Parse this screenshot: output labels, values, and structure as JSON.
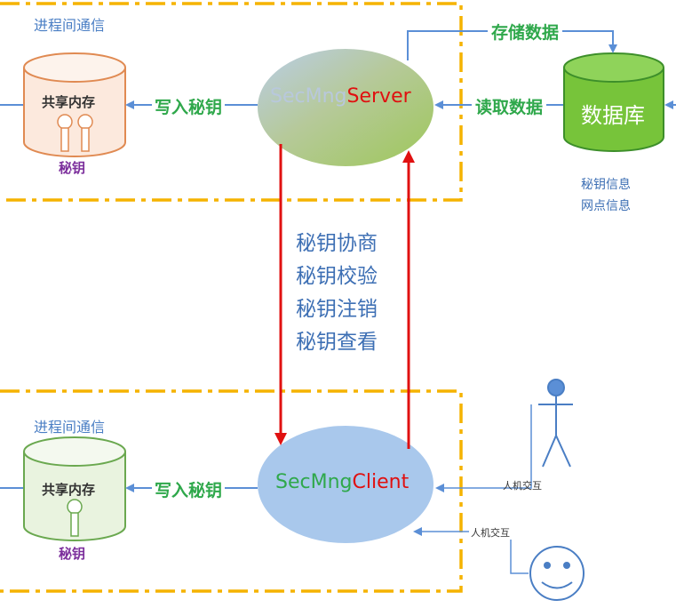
{
  "server_box": {
    "ipc_label": "进程间通信",
    "shm_label": "共享内存",
    "key_label": "秘钥",
    "write_label": "写入秘钥"
  },
  "server": {
    "name_part1": "SecMng",
    "name_part2": "Server"
  },
  "database": {
    "label": "数据库",
    "store_label": "存储数据",
    "read_label": "读取数据",
    "info_line1": "秘钥信息",
    "info_line2": "网点信息"
  },
  "operations": [
    "秘钥协商",
    "秘钥校验",
    "秘钥注销",
    "秘钥查看"
  ],
  "client_box": {
    "ipc_label": "进程间通信",
    "shm_label": "共享内存",
    "key_label": "秘钥",
    "write_label": "写入秘钥"
  },
  "client": {
    "name_part1": "SecMng",
    "name_part2": "Client"
  },
  "interaction": {
    "label1": "人机交互",
    "label2": "人机交互"
  },
  "colors": {
    "dashed_border": "#f5b301",
    "arrow_blue": "#5b8fd6",
    "arrow_red": "#e01010",
    "db_fill": "#77c43a",
    "client_fill": "#a9c8ec"
  }
}
